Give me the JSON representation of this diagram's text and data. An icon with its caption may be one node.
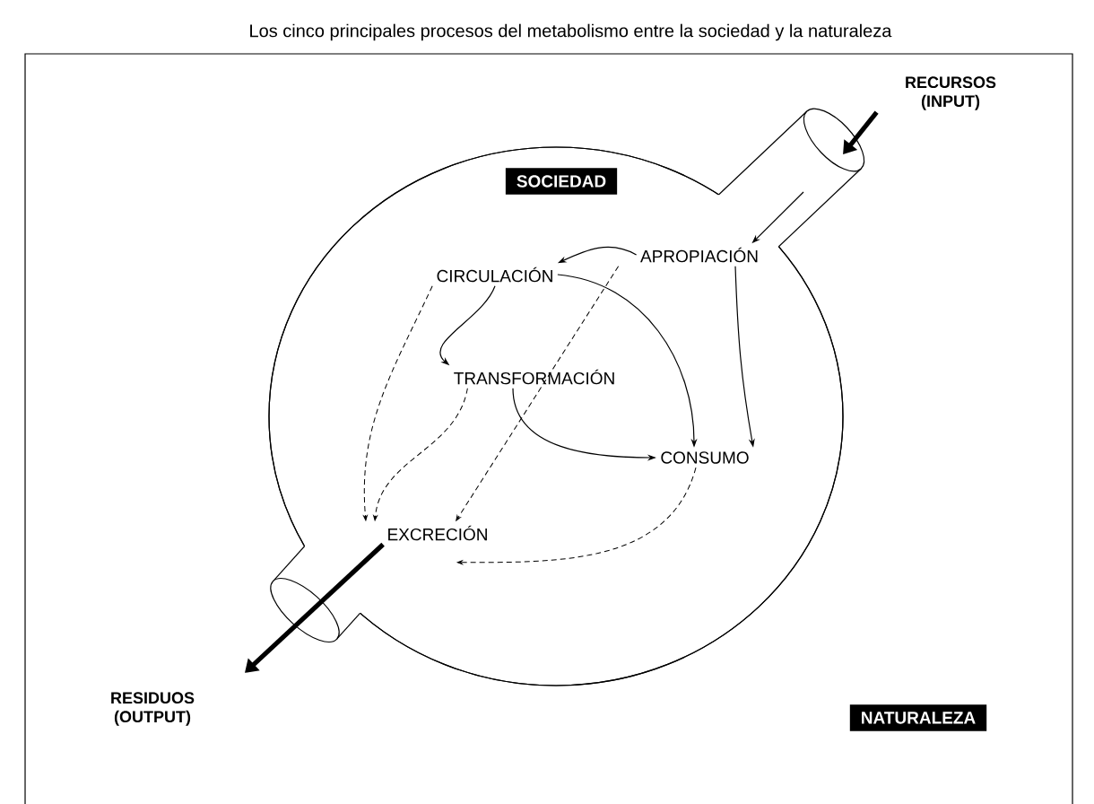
{
  "diagram": {
    "title": "Los cinco principales procesos del metabolismo entre la sociedad y la naturaleza",
    "nodes": [
      {
        "text": [
          "SOCIEDAD"
        ]
      },
      {
        "text": [
          "APROPIACIÓN"
        ]
      },
      {
        "text": [
          "CIRCULACIÓN"
        ]
      },
      {
        "text": [
          "TRANSFORMACIÓN"
        ]
      },
      {
        "text": [
          "CONSUMO"
        ]
      },
      {
        "text": [
          "EXCRECIÓN"
        ]
      },
      {
        "text": [
          "RECURSOS (INPUT)"
        ]
      },
      {
        "text": [
          "RESIDUOS (OUTPUT)"
        ]
      },
      {
        "text": [
          "NATURALEZA"
        ]
      }
    ],
    "edges": [
      {
        "from": 6,
        "to": null,
        "arrow": "to",
        "style": "thick"
      },
      {
        "from": null,
        "to": 1,
        "arrow": "to"
      },
      {
        "from": 1,
        "to": 2,
        "arrow": "to"
      },
      {
        "from": 2,
        "to": 3,
        "arrow": "to"
      },
      {
        "from": 2,
        "to": 4,
        "arrow": "to"
      },
      {
        "from": 1,
        "to": 4,
        "arrow": "to"
      },
      {
        "from": 3,
        "to": 4,
        "arrow": "to"
      },
      {
        "from": 2,
        "to": 5,
        "arrow": "to",
        "style": "dashed"
      },
      {
        "from": 3,
        "to": 5,
        "arrow": "to",
        "style": "dashed"
      },
      {
        "from": 1,
        "to": 5,
        "arrow": "to",
        "style": "dashed"
      },
      {
        "from": 4,
        "to": 5,
        "arrow": "to",
        "style": "dashed"
      },
      {
        "from": 5,
        "to": 7,
        "arrow": "to",
        "style": "thick"
      }
    ]
  }
}
